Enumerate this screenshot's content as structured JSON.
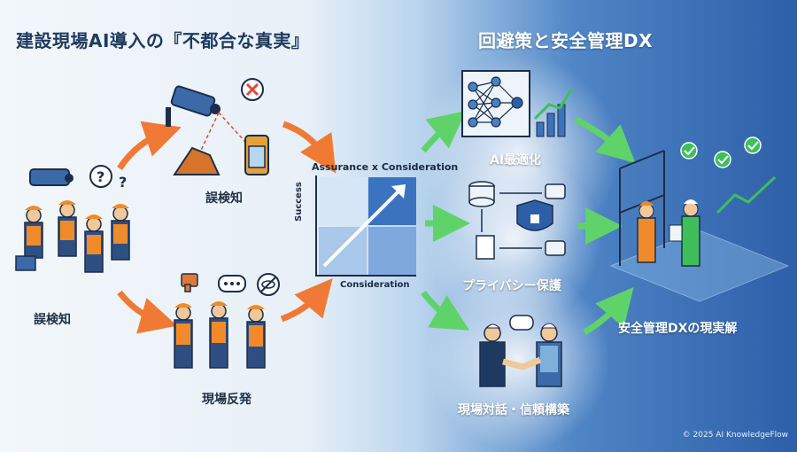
{
  "titles": {
    "left": "建設現場AI導入の『不都合な真実』",
    "right": "回避策と安全管理DX"
  },
  "labels": {
    "false_detection_top": "誤検知",
    "false_detection_left": "誤検知",
    "site_pushback": "現場反発",
    "ai_optimization": "AI最適化",
    "privacy_protection": "プライバシー保護",
    "dialogue_trust": "現場対話・信頼構築",
    "safety_dx": "安全管理DXの現実解"
  },
  "chart": {
    "title": "Assurance x Consideration",
    "ylabel": "Success",
    "xlabel": "Consideration"
  },
  "icons": {
    "top": [
      "camera-icon",
      "error-x-icon"
    ],
    "left": [
      "camera-icon",
      "question-icon"
    ],
    "bottom": [
      "thumbs-down-icon",
      "speech-bubble-icon",
      "no-view-icon"
    ],
    "right": [
      "neural-network-icon",
      "database-icon",
      "shield-lock-icon",
      "padlock-icon",
      "handshake-icon",
      "check-icon"
    ]
  },
  "colors": {
    "orange_arrow": "#f07a35",
    "green_arrow": "#5fd36a",
    "navy": "#1f3a60",
    "vest_orange": "#f08a2a"
  },
  "footer": {
    "copyright": "© 2025 AI KnowledgeFlow"
  }
}
